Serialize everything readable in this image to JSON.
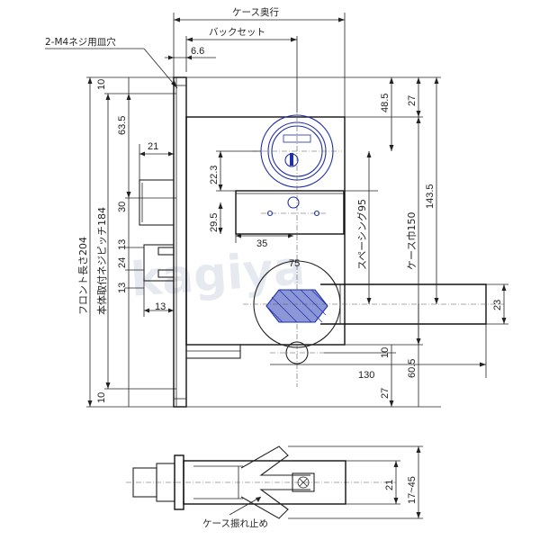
{
  "labels": {
    "case_depth": "ケース奥行",
    "backset": "バックセット",
    "screw_hole": "2-M4ネジ用皿穴",
    "front_length": "フロント長さ204",
    "mount_pitch": "本体取付ネジピッチ184",
    "spacing": "スペーシング95",
    "case_width": "ケース巾150",
    "case_stopper": "ケース振れ止め"
  },
  "dims": {
    "d_6_6": "6.6",
    "d_10_top": "10",
    "d_63_5": "63.5",
    "d_21": "21",
    "d_30": "30",
    "d_13a": "13",
    "d_24": "24",
    "d_13b": "13",
    "d_10_bot": "10",
    "d_22_3": "22.3",
    "d_29_5": "29.5",
    "d_35": "35",
    "d_75": "75",
    "d_48_5": "48.5",
    "d_27_top": "27",
    "d_143_5": "143.5",
    "d_23": "23",
    "d_10_mid": "10",
    "d_130": "130",
    "d_60_5": "60.5",
    "d_27_bot": "27",
    "d_21_bottom": "21",
    "d_17_45": "17~45"
  },
  "watermark": "kagiya"
}
